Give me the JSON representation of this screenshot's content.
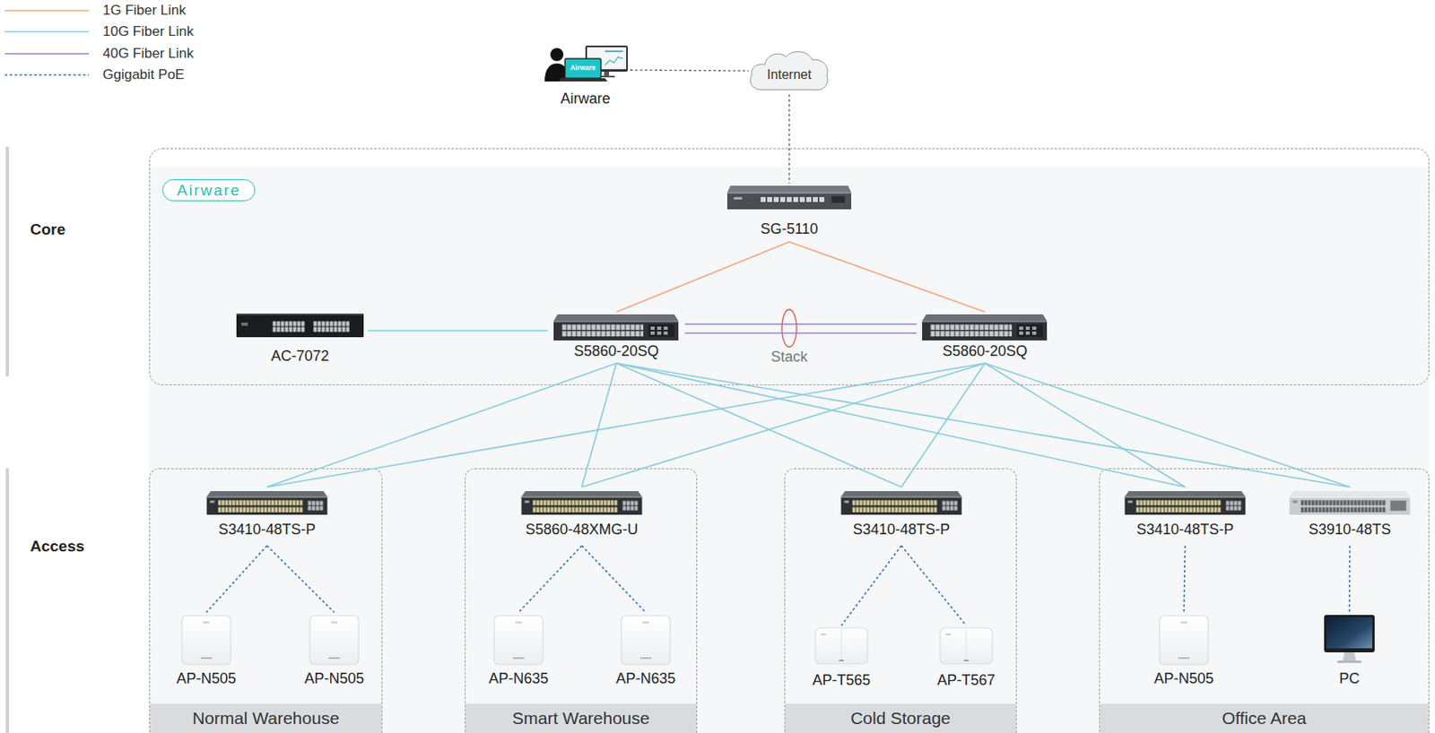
{
  "diagram": {
    "nodes": [
      {
        "text": [
          "Airware"
        ]
      },
      {
        "text": [
          "Internet"
        ]
      },
      {
        "text": [
          "Airware"
        ]
      },
      {
        "text": [
          "SG-5110"
        ],
        "in": 2
      },
      {
        "text": [
          "AC-7072"
        ],
        "in": 2
      },
      {
        "text": [
          "S5860-20SQ"
        ],
        "in": 2
      },
      {
        "text": [
          "S5860-20SQ"
        ],
        "in": 2
      },
      {
        "text": [
          "Normal Warehouse"
        ]
      },
      {
        "text": [
          "S3410-48TS-P"
        ],
        "in": 7
      },
      {
        "text": [
          "AP-N505"
        ],
        "in": 7
      },
      {
        "text": [
          "AP-N505"
        ],
        "in": 7
      },
      {
        "text": [
          "Smart Warehouse"
        ]
      },
      {
        "text": [
          "S5860-48XMG-U"
        ],
        "in": 11
      },
      {
        "text": [
          "AP-N635"
        ],
        "in": 11
      },
      {
        "text": [
          "AP-N635"
        ],
        "in": 11
      },
      {
        "text": [
          "Cold Storage"
        ]
      },
      {
        "text": [
          "S3410-48TS-P"
        ],
        "in": 15
      },
      {
        "text": [
          "AP-T565"
        ],
        "in": 15
      },
      {
        "text": [
          "AP-T567"
        ],
        "in": 15
      },
      {
        "text": [
          "Office Area"
        ]
      },
      {
        "text": [
          "S3410-48TS-P"
        ],
        "in": 19
      },
      {
        "text": [
          "S3910-48TS"
        ],
        "in": 19
      },
      {
        "text": [
          "AP-N505"
        ],
        "in": 19
      },
      {
        "text": [
          "PC"
        ],
        "in": 19
      }
    ],
    "edges": [
      {
        "from": 0,
        "to": 1,
        "arrow": "none"
      },
      {
        "from": 1,
        "to": 3,
        "arrow": "none"
      },
      {
        "from": 3,
        "to": 5,
        "arrow": "none"
      },
      {
        "from": 3,
        "to": 6,
        "arrow": "none"
      },
      {
        "from": 4,
        "to": 5,
        "arrow": "none"
      },
      {
        "from": 5,
        "to": 6,
        "label": "Stack",
        "arrow": "none"
      },
      {
        "from": 5,
        "to": 6,
        "arrow": "none"
      },
      {
        "from": 5,
        "to": 8,
        "arrow": "none"
      },
      {
        "from": 5,
        "to": 12,
        "arrow": "none"
      },
      {
        "from": 5,
        "to": 16,
        "arrow": "none"
      },
      {
        "from": 5,
        "to": 20,
        "arrow": "none"
      },
      {
        "from": 5,
        "to": 21,
        "arrow": "none"
      },
      {
        "from": 6,
        "to": 8,
        "arrow": "none"
      },
      {
        "from": 6,
        "to": 12,
        "arrow": "none"
      },
      {
        "from": 6,
        "to": 16,
        "arrow": "none"
      },
      {
        "from": 6,
        "to": 20,
        "arrow": "none"
      },
      {
        "from": 6,
        "to": 21,
        "arrow": "none"
      },
      {
        "from": 8,
        "to": 9,
        "arrow": "none"
      },
      {
        "from": 8,
        "to": 10,
        "arrow": "none"
      },
      {
        "from": 12,
        "to": 13,
        "arrow": "none"
      },
      {
        "from": 12,
        "to": 14,
        "arrow": "none"
      },
      {
        "from": 16,
        "to": 17,
        "arrow": "none"
      },
      {
        "from": 16,
        "to": 18,
        "arrow": "none"
      },
      {
        "from": 20,
        "to": 22,
        "arrow": "none"
      },
      {
        "from": 21,
        "to": 23,
        "arrow": "none"
      }
    ],
    "labels": [
      "Airware",
      "Core",
      "Access"
    ],
    "legend": [
      {
        "text": "1G Fiber Link"
      },
      {
        "text": "10G Fiber Link"
      },
      {
        "text": "40G Fiber Link"
      },
      {
        "text": "Ggigabit PoE"
      }
    ]
  }
}
